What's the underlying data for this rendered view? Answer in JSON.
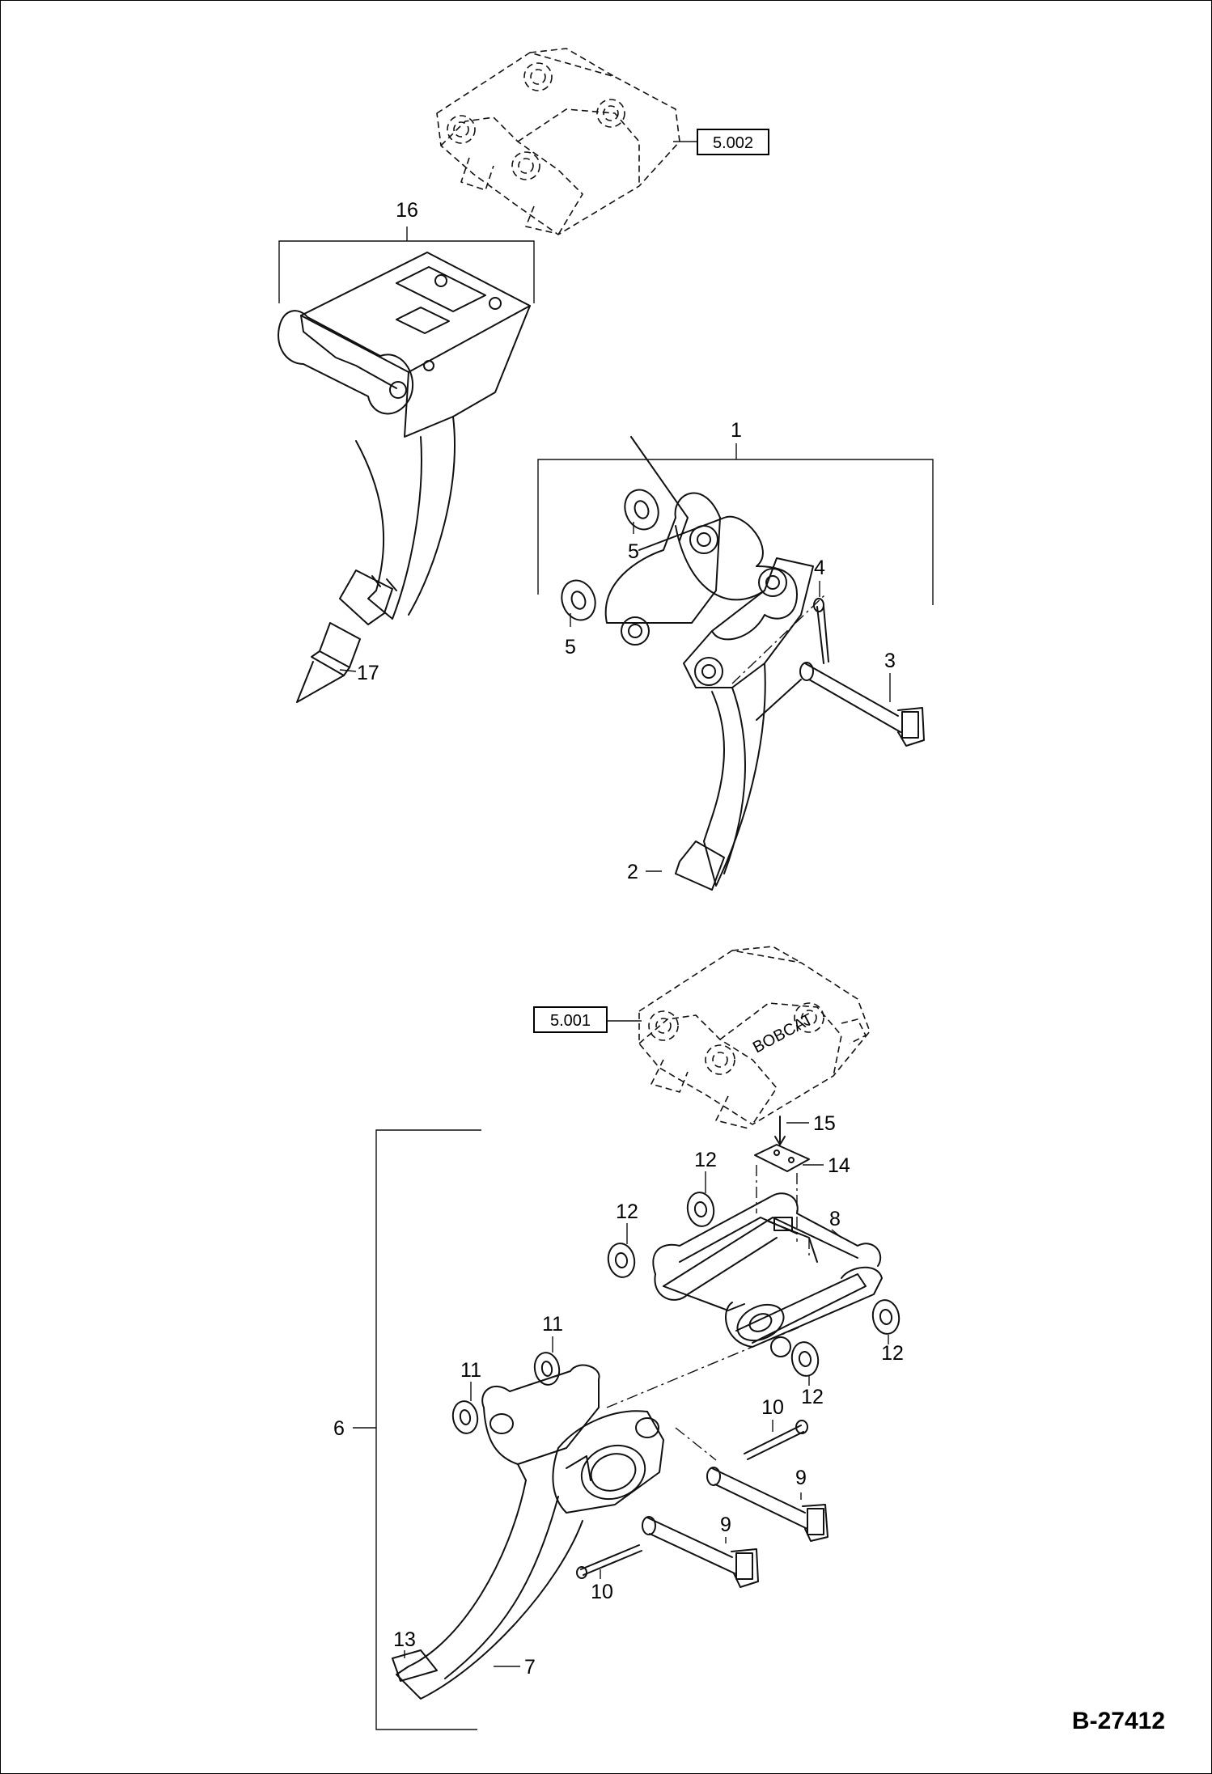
{
  "figure_id": "B-27412",
  "references": {
    "top": "5.002",
    "lower": "5.001"
  },
  "callouts": {
    "c1": "1",
    "c2": "2",
    "c3": "3",
    "c4": "4",
    "c5a": "5",
    "c5b": "5",
    "c6": "6",
    "c7": "7",
    "c8": "8",
    "c9a": "9",
    "c9b": "9",
    "c10a": "10",
    "c10b": "10",
    "c11a": "11",
    "c11b": "11",
    "c12a": "12",
    "c12b": "12",
    "c12c": "12",
    "c12d": "12",
    "c13": "13",
    "c14": "14",
    "c15": "15",
    "c16": "16",
    "c17": "17"
  }
}
